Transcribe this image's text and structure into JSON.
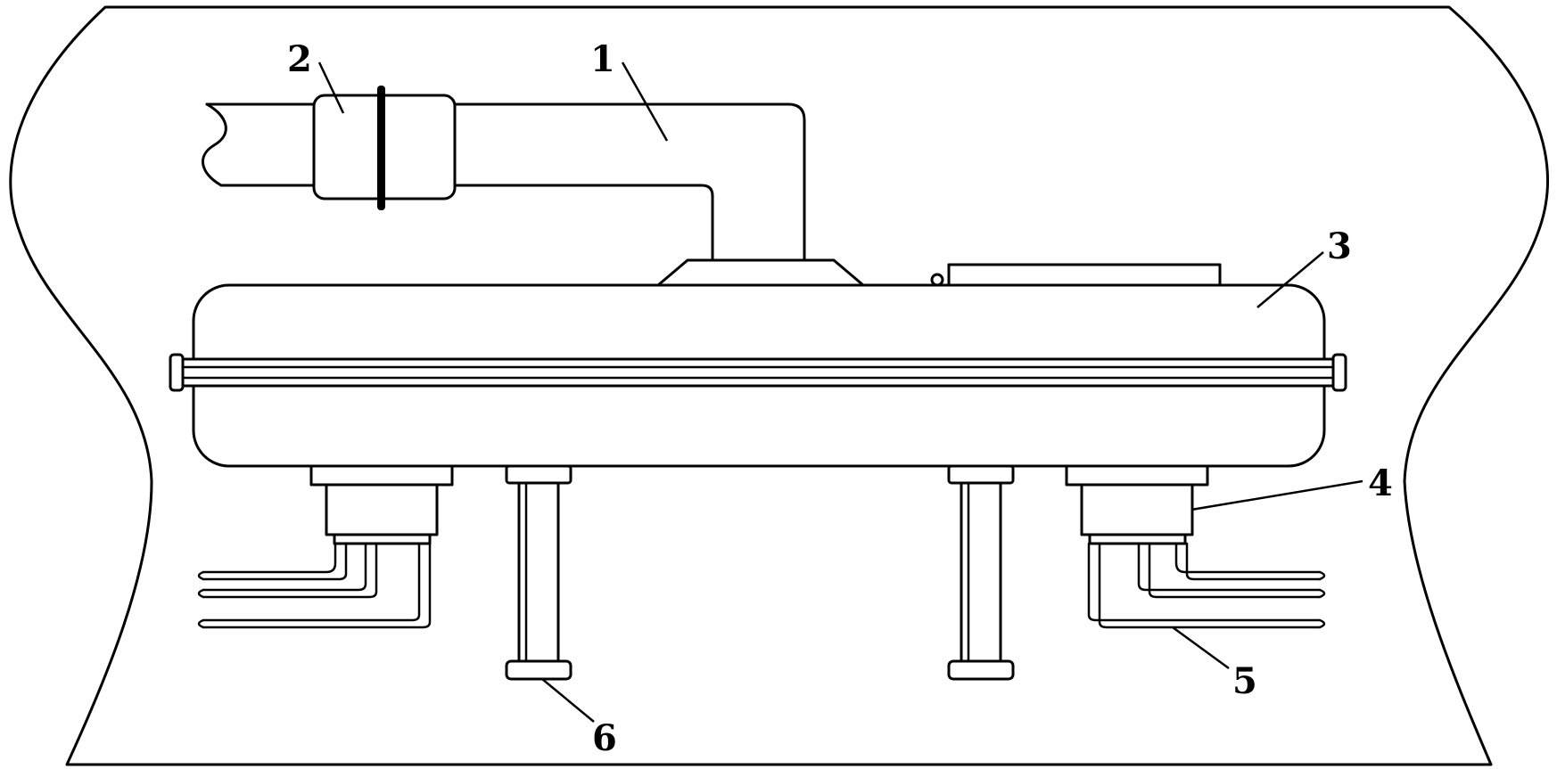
{
  "callouts": [
    {
      "id": "1",
      "text": "1",
      "part": "elbow-pipe"
    },
    {
      "id": "2",
      "text": "2",
      "part": "pipe-coupling"
    },
    {
      "id": "3",
      "text": "3",
      "part": "tank-body"
    },
    {
      "id": "4",
      "text": "4",
      "part": "outlet-block"
    },
    {
      "id": "5",
      "text": "5",
      "part": "outlet-tubes"
    },
    {
      "id": "6",
      "text": "6",
      "part": "support-leg"
    }
  ]
}
